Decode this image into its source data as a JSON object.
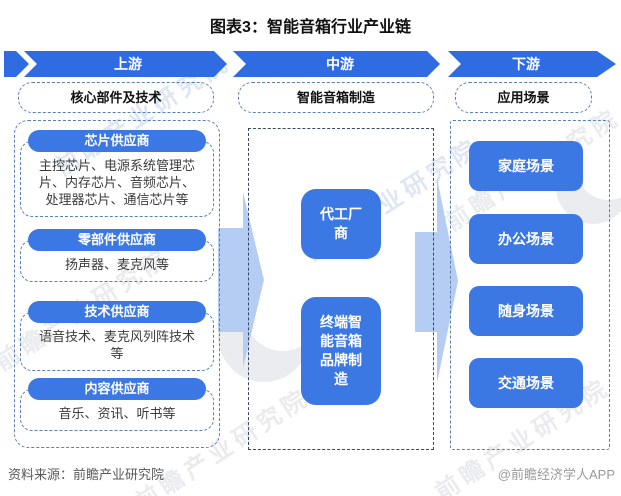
{
  "title": "图表3：智能音箱行业产业链",
  "band": {
    "segments": [
      {
        "label": "上游"
      },
      {
        "label": "中游"
      },
      {
        "label": "下游"
      }
    ]
  },
  "upstream": {
    "header": "核心部件及技术",
    "blocks": [
      {
        "label": "芯片供应商",
        "desc": "主控芯片、电源系统管理芯片、内存芯片、音频芯片、处理器芯片、通信芯片等"
      },
      {
        "label": "零部件供应商",
        "desc": "扬声器、麦克风等"
      },
      {
        "label": "技术供应商",
        "desc": "语音技术、麦克风列阵技术等"
      },
      {
        "label": "内容供应商",
        "desc": "音乐、资讯、听书等"
      }
    ]
  },
  "midstream": {
    "header": "智能音箱制造",
    "blocks": [
      {
        "label": "代工厂商"
      },
      {
        "label": "终端智能音箱品牌制造"
      }
    ]
  },
  "downstream": {
    "header": "应用场景",
    "blocks": [
      {
        "label": "家庭场景"
      },
      {
        "label": "办公场景"
      },
      {
        "label": "随身场景"
      },
      {
        "label": "交通场景"
      }
    ]
  },
  "footer": {
    "source": "资料来源：前瞻产业研究院",
    "credit": "@前瞻经济学人APP"
  },
  "watermark": {
    "text": "前瞻产业研究院"
  },
  "colors": {
    "band_blue": "#2f6ce2",
    "box_blue": "#3c78e4",
    "arrow_light_blue": "#b5cdf3",
    "dashed_blue": "#5b7fb5",
    "dashed_dark": "#3a4763"
  }
}
